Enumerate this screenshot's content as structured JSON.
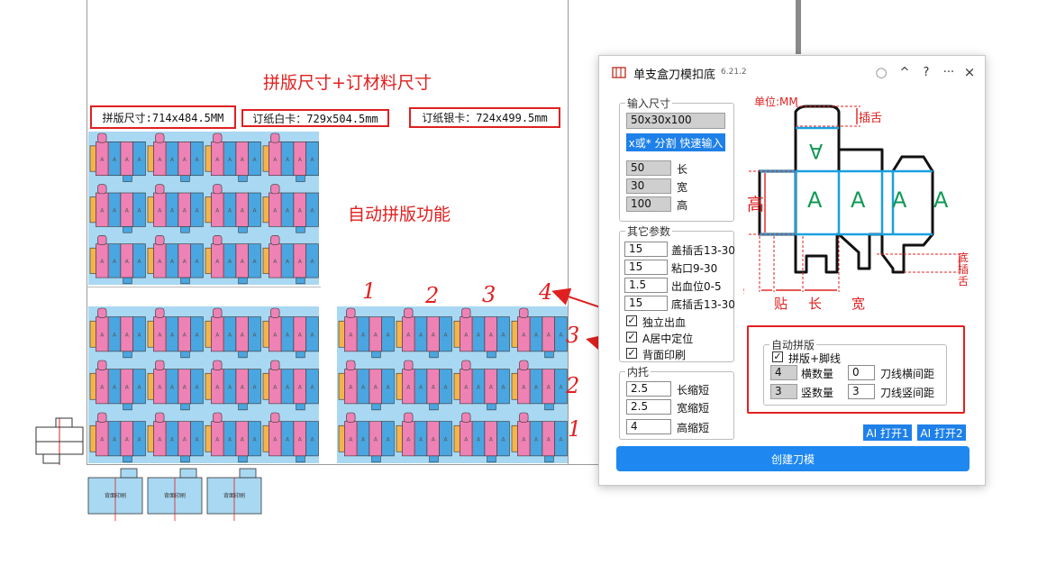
{
  "canvas": {
    "heading_layout": "拼版尺寸+订材料尺寸",
    "heading_auto": "自动拼版功能",
    "size_boxes": [
      "拼版尺寸:714x484.5MM",
      "订纸白卡：729x504.5mm",
      "订纸银卡：724x499.5mm"
    ],
    "box_letter": "A",
    "back_print_label": "背面印刷",
    "hand_numbers_top": [
      "1",
      "2",
      "3",
      "4"
    ],
    "hand_numbers_side": [
      "3",
      "2",
      "1"
    ]
  },
  "panel": {
    "title": "单支盒刀模扣底",
    "version": "6.21.2",
    "window_buttons": [
      "○",
      "^",
      "?",
      "···",
      "×"
    ],
    "input_size": {
      "legend": "输入尺寸",
      "combined_value": "50x30x100",
      "quick_input_button": "x或* 分割 快速输入",
      "fields": [
        {
          "value": "50",
          "label": "长"
        },
        {
          "value": "30",
          "label": "宽"
        },
        {
          "value": "100",
          "label": "高"
        }
      ]
    },
    "other_params": {
      "legend": "其它参数",
      "fields": [
        {
          "value": "15",
          "label": "盖插舌13-30"
        },
        {
          "value": "15",
          "label": "粘口9-30"
        },
        {
          "value": "1.5",
          "label": "出血位0-5"
        },
        {
          "value": "15",
          "label": "底插舌13-30"
        }
      ],
      "checkboxes": [
        {
          "label": "独立出血",
          "checked": true
        },
        {
          "label": "A居中定位",
          "checked": true
        },
        {
          "label": "背面印刷",
          "checked": true
        }
      ]
    },
    "inner_tray": {
      "legend": "内托",
      "fields": [
        {
          "value": "2.5",
          "label": "长缩短"
        },
        {
          "value": "2.5",
          "label": "宽缩短"
        },
        {
          "value": "4",
          "label": "高缩短"
        }
      ]
    },
    "diagram": {
      "unit_label": "单位:MM",
      "label_tuck": "插舌",
      "label_height": "高",
      "label_bottom_tuck": "底插舌",
      "label_paste": "贴",
      "label_length": "长",
      "label_width": "宽",
      "face_letter": "A"
    },
    "auto_layout": {
      "legend": "自动拼版",
      "checkbox_label": "拼版+脚线",
      "checkbox_checked": true,
      "horizontal_count": "4",
      "horizontal_label": "横数量",
      "h_gap": "0",
      "h_gap_label": "刀线横间距",
      "vertical_count": "3",
      "vertical_label": "竖数量",
      "v_gap": "3",
      "v_gap_label": "刀线竖间距"
    },
    "ai_open_1": "AI 打开1",
    "ai_open_2": "AI 打开2",
    "create_button": "创建刀模"
  },
  "colors": {
    "accent_red": "#e02020",
    "button_blue": "#1e88f0",
    "sheet_blue": "#a9d8f2",
    "box_pink": "#ee82b4",
    "box_blue": "#4aa6e0",
    "box_orange": "#f5b44a",
    "diagram_cyan": "#1aa0e0",
    "diagram_green": "#119a55"
  }
}
